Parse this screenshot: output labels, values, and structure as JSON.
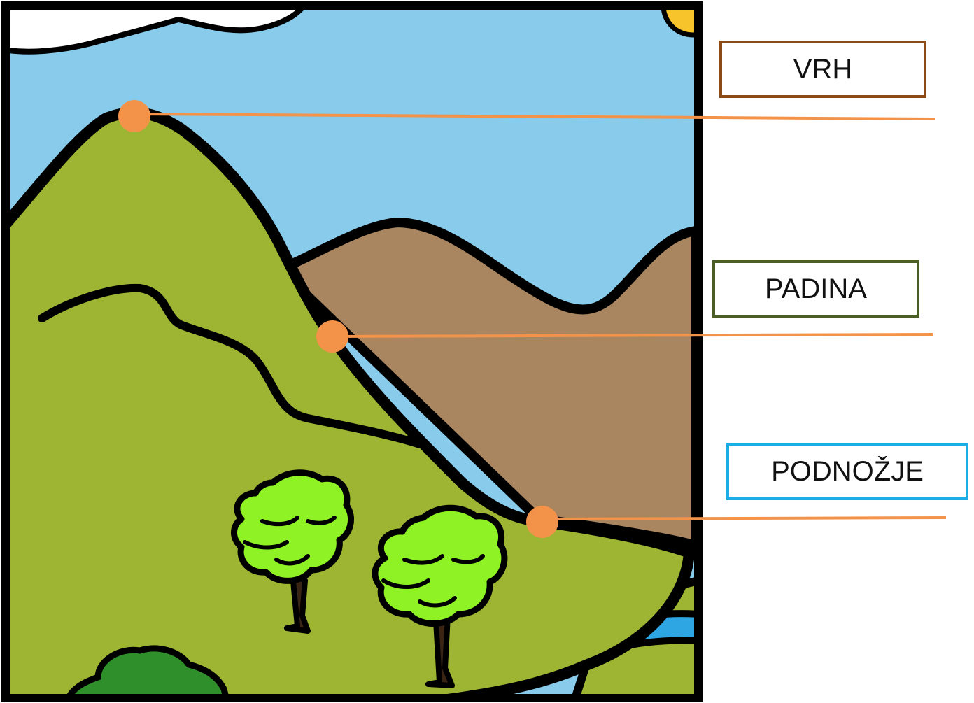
{
  "labels": {
    "vrh": {
      "text": "VRH",
      "color": "#8b4a16"
    },
    "padina": {
      "text": "PADINA",
      "color": "#4a5e26"
    },
    "podnozje": {
      "text": "PODNOŽJE",
      "color": "#19aee4"
    }
  },
  "colors": {
    "sky": "#88cbea",
    "green_hill": "#9db532",
    "brown_mountain": "#a98660",
    "tree_foliage": "#8ef225",
    "bush": "#2f8f2a",
    "water": "#2ea6e3",
    "sun": "#f7c52b",
    "cloud": "#ffffff",
    "outline": "#000000",
    "pointer": "#f3934a"
  }
}
